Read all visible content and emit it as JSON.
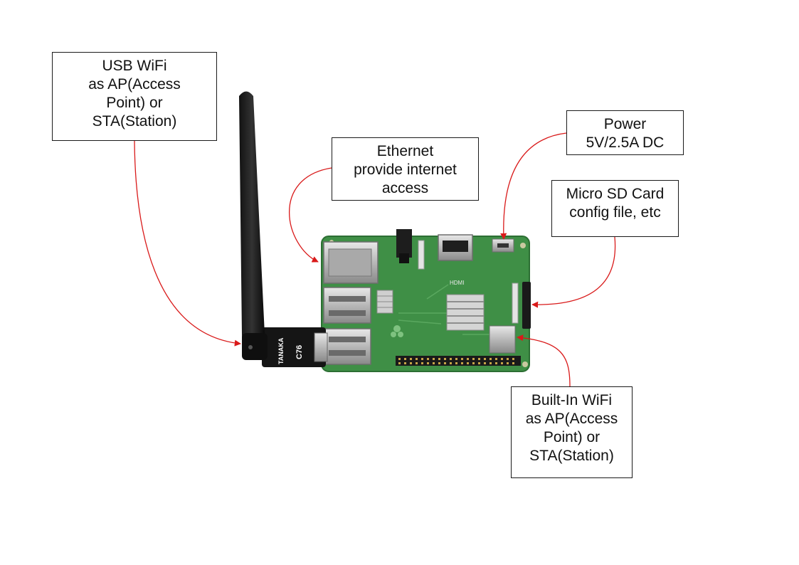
{
  "labels": {
    "usb_wifi": [
      "USB WiFi",
      "as AP(Access",
      "Point) or",
      "STA(Station)"
    ],
    "ethernet": [
      "Ethernet",
      "provide internet",
      "access"
    ],
    "power": [
      "Power",
      "5V/2.5A DC"
    ],
    "sd_card": [
      "Micro SD Card",
      "config file, etc"
    ],
    "builtin_wifi": [
      "Built-In WiFi",
      "as AP(Access",
      "Point) or",
      "STA(Station)"
    ]
  },
  "board_markings": {
    "hdmi": "HDMI",
    "dongle_brand": "TANAKA",
    "dongle_model": "C76"
  },
  "colors": {
    "arrow": "#d91a1a",
    "pcb": "#3f8f46",
    "box_border": "#1a1a1a"
  }
}
